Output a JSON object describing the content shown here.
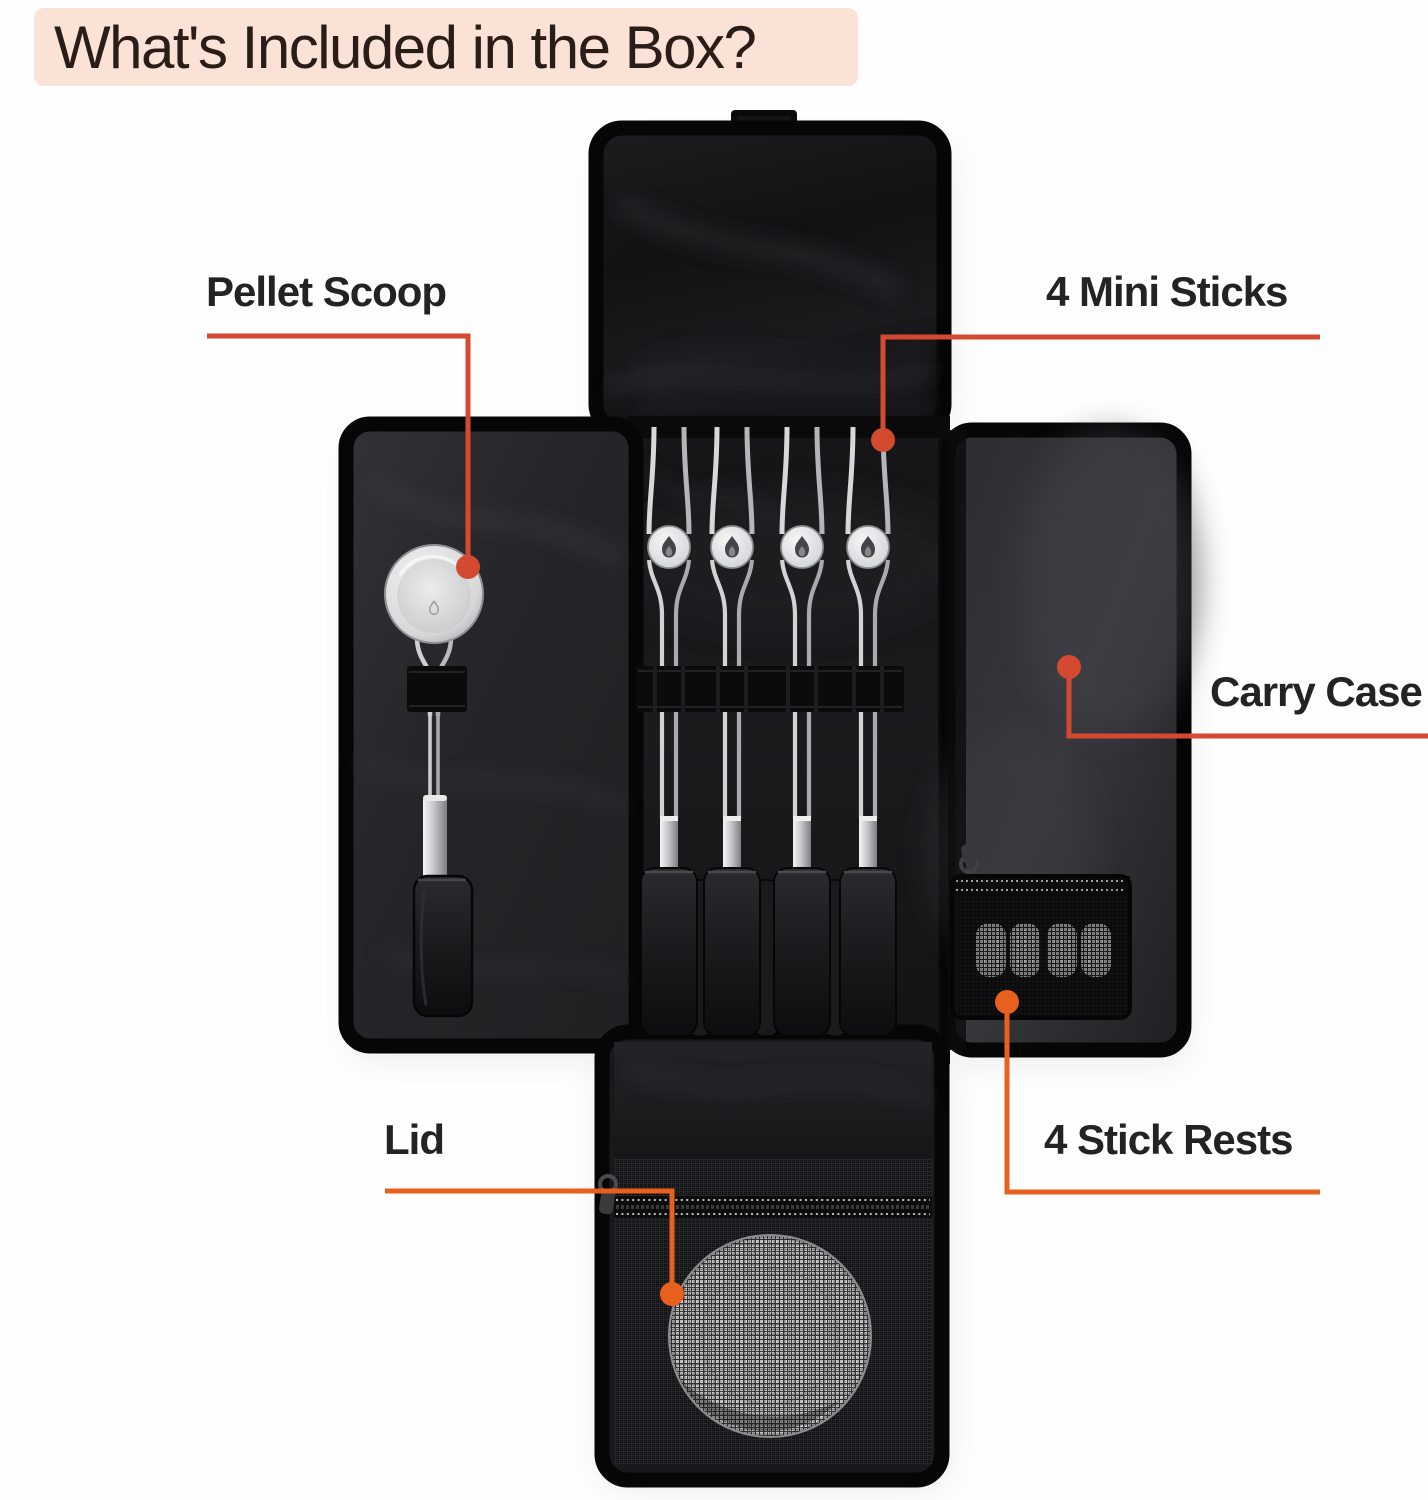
{
  "title": {
    "text": "What's Included in the Box?"
  },
  "callouts": {
    "pellet_scoop": {
      "label": "Pellet Scoop"
    },
    "mini_sticks": {
      "label": "4 Mini Sticks"
    },
    "carry_case": {
      "label": "Carry Case"
    },
    "lid": {
      "label": "Lid"
    },
    "stick_rests": {
      "label": "4 Stick Rests"
    }
  },
  "colors": {
    "banner_bg": "#fae2d6",
    "banner_text": "#2a1d17",
    "label_text": "#232323",
    "callout_red": "#d44a30",
    "callout_orange": "#e8601d"
  }
}
